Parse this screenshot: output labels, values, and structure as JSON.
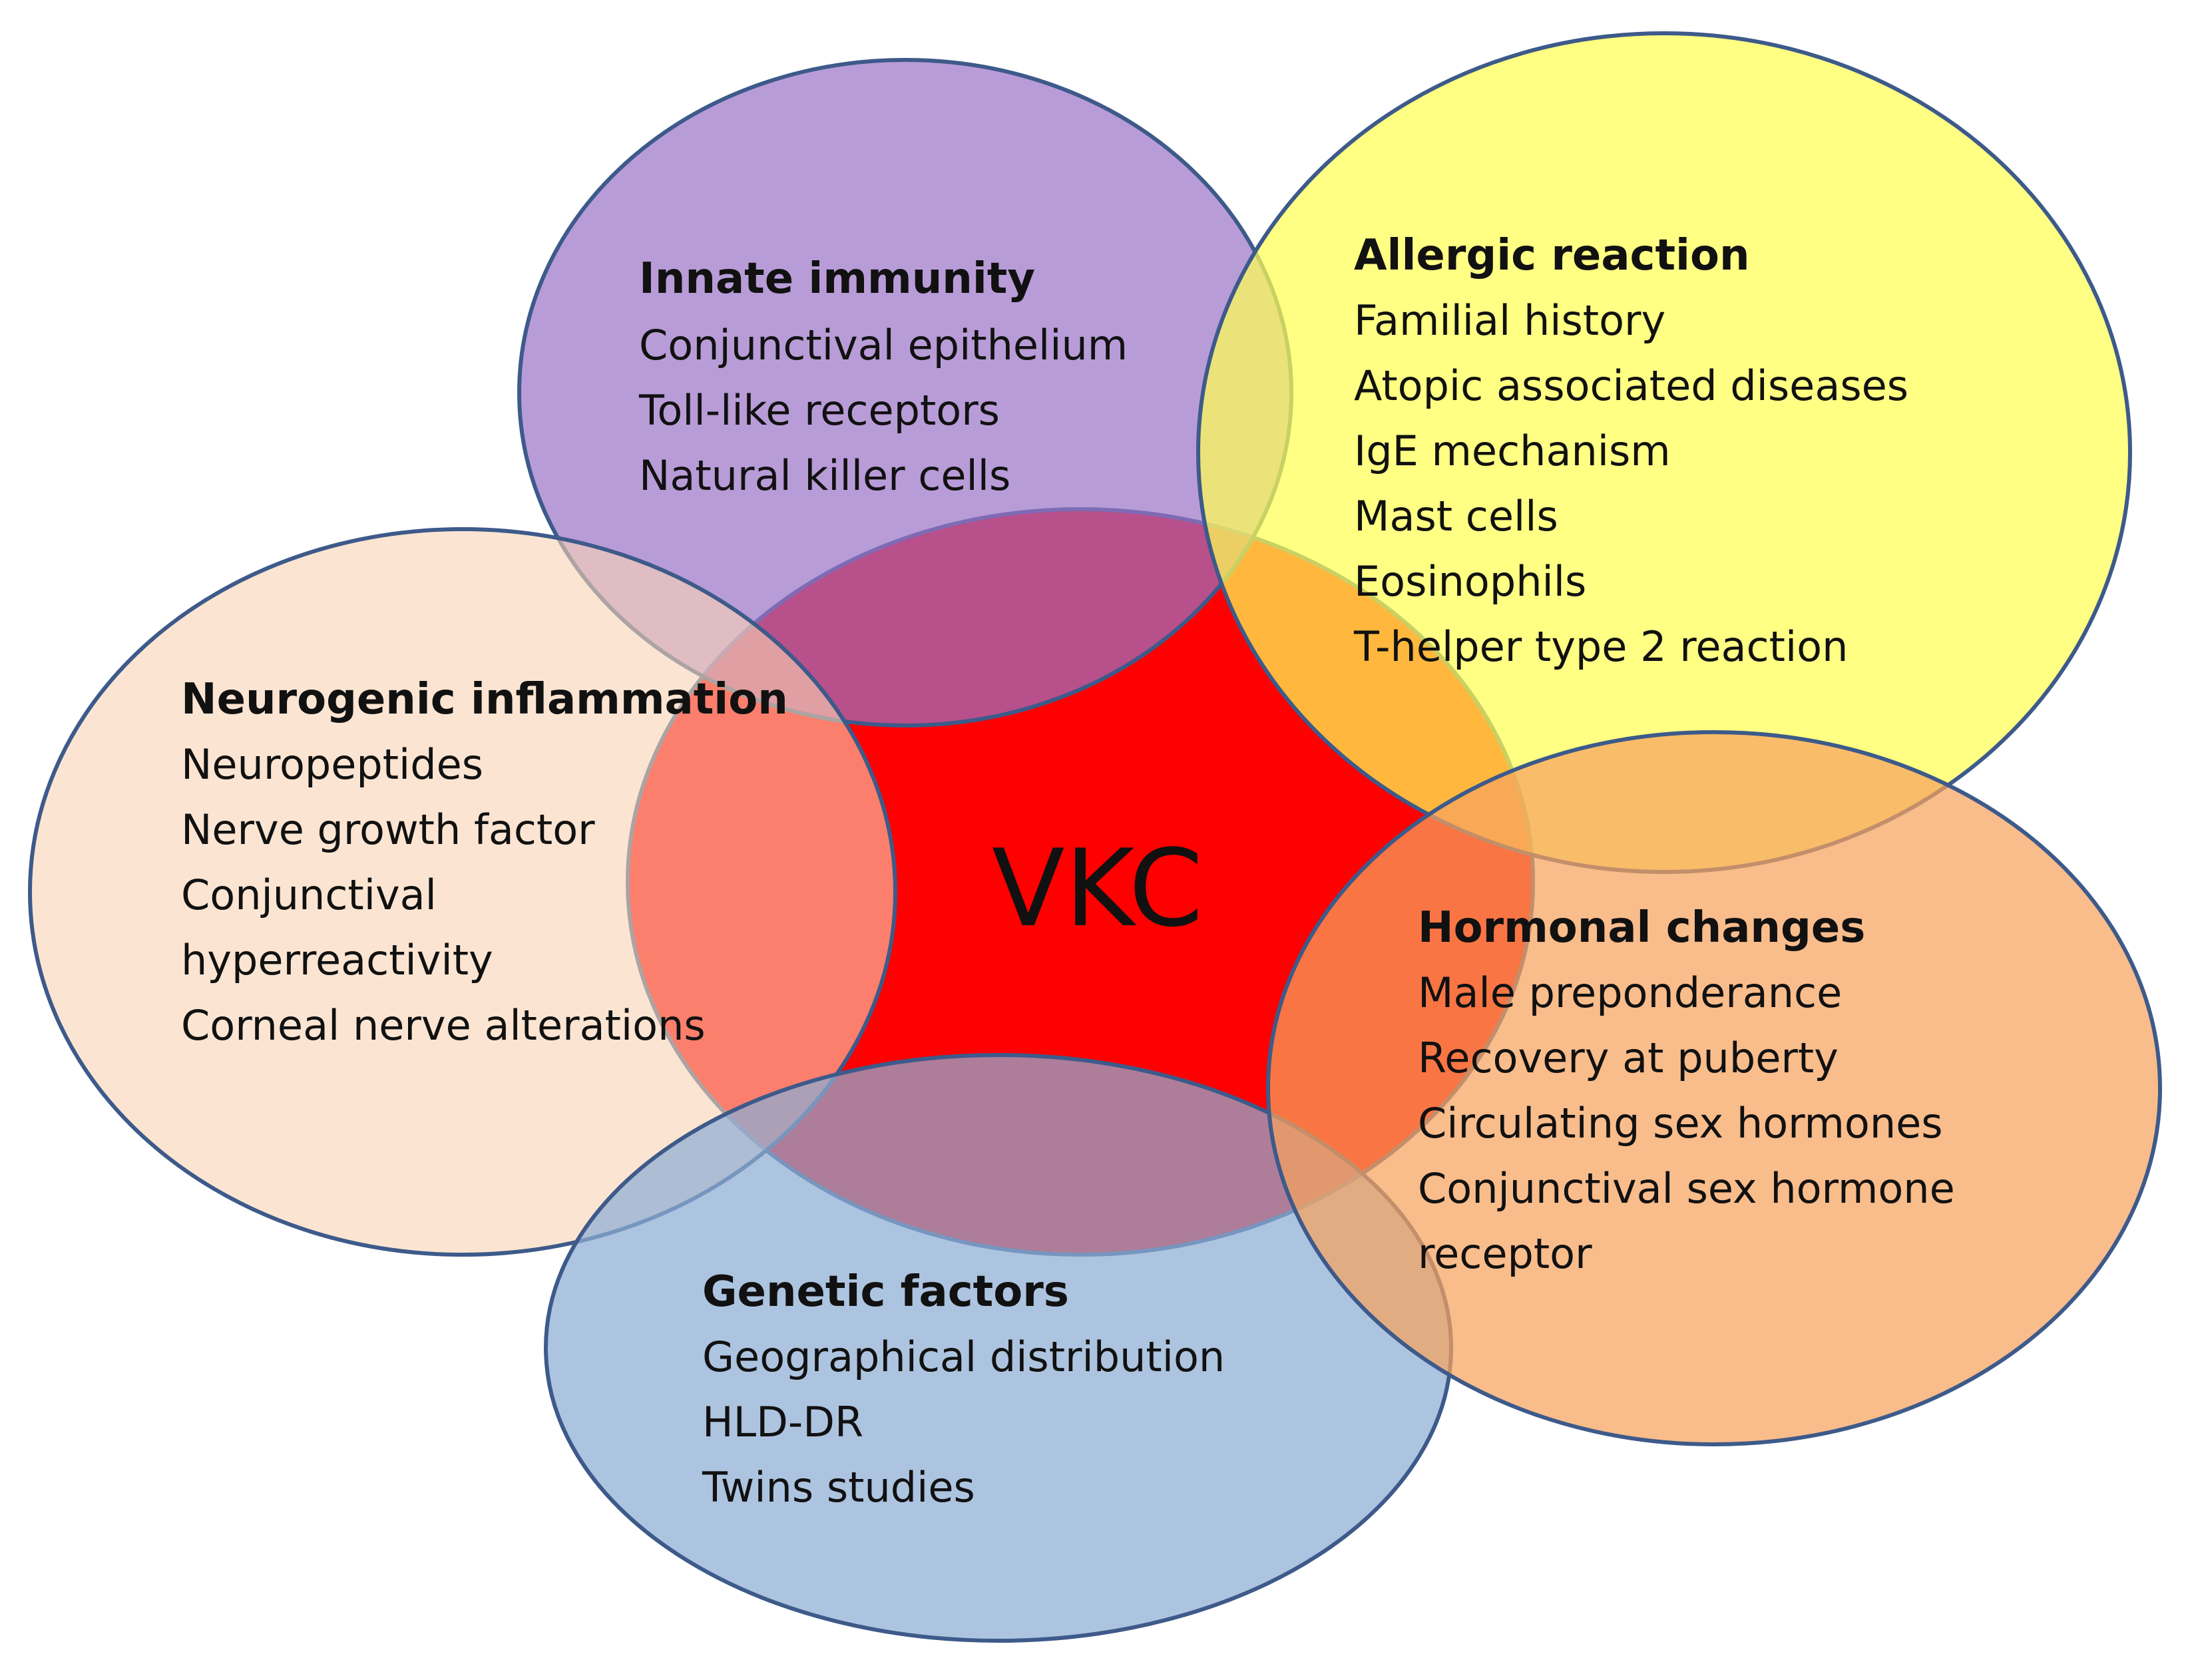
{
  "center_label": "VKC",
  "colors": {
    "center": "#ff0000",
    "innate": "#9a72c6",
    "allergic": "#ffff55",
    "neurogenic": "#f9d3b4",
    "genetic": "#8eadd4",
    "hormonal": "#f6a25e",
    "outline": "#3d5a8a"
  },
  "groups": [
    {
      "id": "innate",
      "title": "Innate immunity",
      "items": [
        "Conjunctival epithelium",
        "Toll-like receptors",
        "Natural killer cells"
      ]
    },
    {
      "id": "allergic",
      "title": "Allergic reaction",
      "items": [
        "Familial history",
        "Atopic associated diseases",
        "IgE mechanism",
        "Mast cells",
        "Eosinophils",
        "T-helper type 2 reaction"
      ]
    },
    {
      "id": "neurogenic",
      "title": "Neurogenic inflammation",
      "items": [
        "Neuropeptides",
        "Nerve growth factor",
        "Conjunctival",
        "hyperreactivity",
        "Corneal nerve alterations"
      ]
    },
    {
      "id": "hormonal",
      "title": "Hormonal changes",
      "items": [
        "Male preponderance",
        "Recovery at puberty",
        "Circulating sex hormones",
        "Conjunctival sex hormone",
        "receptor"
      ]
    },
    {
      "id": "genetic",
      "title": "Genetic factors",
      "items": [
        "Geographical distribution",
        "HLD-DR",
        "Twins studies"
      ]
    }
  ]
}
